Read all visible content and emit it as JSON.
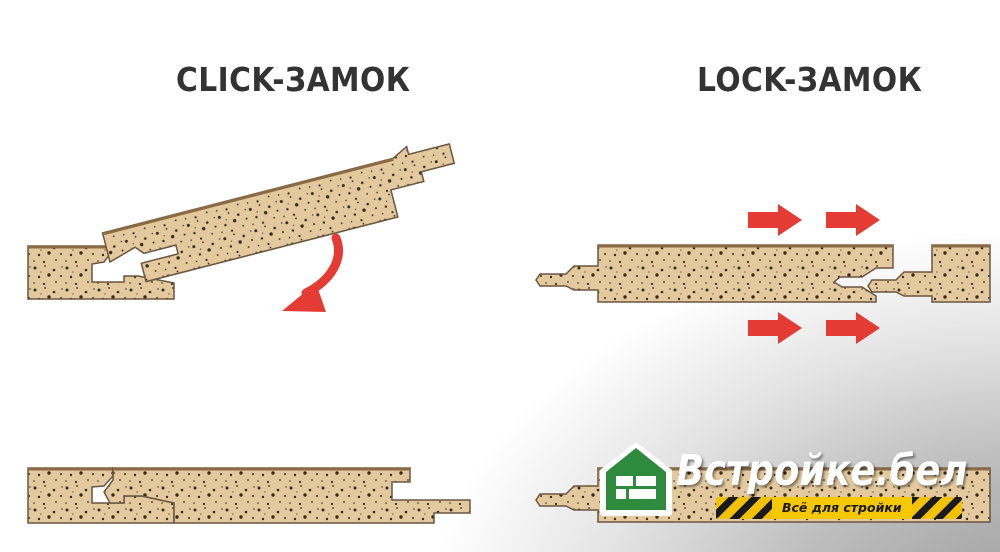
{
  "titles": {
    "click": "CLICK-ЗАМОК",
    "lock": "LOCK-ЗАМОК"
  },
  "logo": {
    "name": "Встройке.бел",
    "tagline": "Всё для стройки"
  },
  "colors": {
    "board": "#e3c99d",
    "board_top": "#8b6b45",
    "outline": "#6b5640",
    "speckle": "#3b2a1c",
    "arrow": "#e53b35",
    "logo_green": "#2e8b3d"
  }
}
